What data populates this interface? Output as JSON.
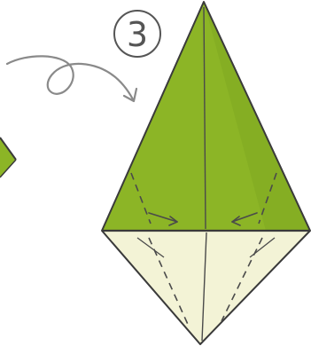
{
  "diagram": {
    "step_number": "3",
    "colors": {
      "paper_top": "#8cb526",
      "paper_top_shadow": "#6f9a1a",
      "paper_bottom": "#f3f3d6",
      "outline": "#3a3a3a",
      "fold_line": "#4a4a4a",
      "arrow": "#8a8a8a",
      "step_circle": "#555555"
    },
    "icons": {
      "step_badge": "circled-number",
      "motion_arrow": "curved-arrow",
      "previous_step": "partial-green-shape"
    }
  }
}
